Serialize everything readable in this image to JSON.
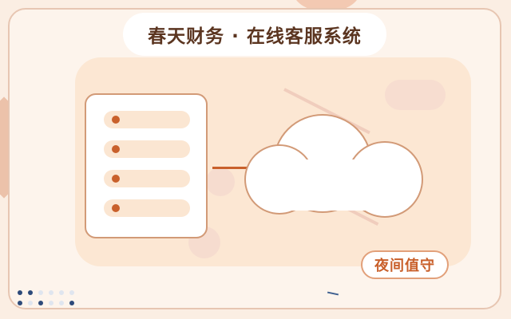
{
  "title": "春天财务 · 在线客服系统",
  "badge": "夜间值守",
  "list_items": 4,
  "colors": {
    "accent": "#c9602b",
    "title_text": "#5b3520",
    "panel": "#fce7d3",
    "background": "#fdf4ec",
    "outline": "#d29a77",
    "dot_dark": "#2d4a7a",
    "dot_light": "#dfe5ef"
  },
  "icons": [
    "list-bullet-icon",
    "cloud-icon",
    "dots-pattern-icon"
  ]
}
